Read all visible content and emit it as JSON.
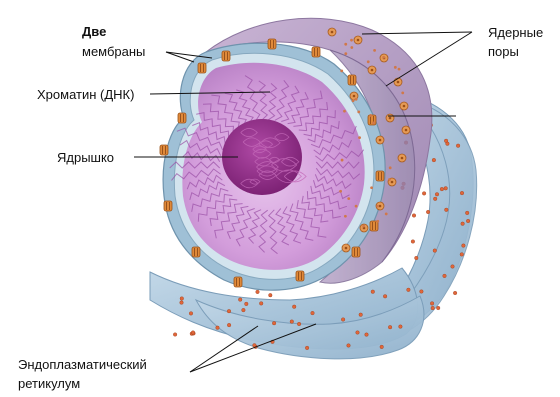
{
  "labels": {
    "two_membranes_bold": "Две",
    "two_membranes_rest": "мембраны",
    "chromatin": "Хроматин (ДНК)",
    "nucleolus": "Ядрышко",
    "pores_line1": "Ядерные",
    "pores_line2": "поры",
    "er_line1": "Эндоплазматический",
    "er_line2": "ретикулум"
  },
  "colors": {
    "nucleoplasm": "#c98fd2",
    "nucleolus": "#8e2b86",
    "membrane_outer": "#8fb6cf",
    "membrane_inner": "#c9dde9",
    "outer_surface": "#b8a2c6",
    "er": "#a9c6dc",
    "pore": "#e08a3a",
    "ribosome": "#e0663a"
  }
}
